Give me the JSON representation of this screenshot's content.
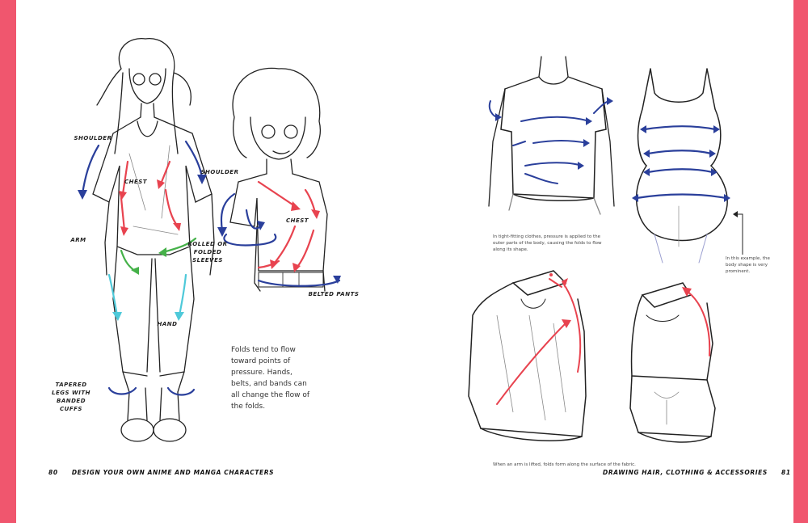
{
  "colors": {
    "edge": "#f0566e",
    "arrow_red": "#e8434f",
    "arrow_blue": "#2a3f9b",
    "arrow_green": "#45b149",
    "arrow_cyan": "#4ec9d9"
  },
  "left_page": {
    "labels": {
      "shoulder_1": "Shoulder",
      "chest_1": "Chest",
      "arm": "Arm",
      "rolled_sleeves": "Rolled or folded sleeves",
      "hand": "Hand",
      "tapered_legs": "Tapered legs with banded cuffs",
      "shoulder_2": "Shoulder",
      "chest_2": "Chest",
      "belted_pants": "Belted pants"
    },
    "body_text": "Folds tend to flow toward points of pressure. Hands, belts, and bands can all change the flow of the folds.",
    "footer": {
      "page_number": "80",
      "book_title": "Design Your Own Anime and Manga Characters"
    }
  },
  "right_page": {
    "captions": {
      "tight_fitting": "In tight-fitting clothes, pressure is applied to the outer parts of the body, causing the folds to flow along its shape.",
      "body_shape": "In this example, the body shape is very prominent.",
      "arm_lifted": "When an arm is lifted, folds form along the surface of the fabric."
    },
    "footer": {
      "chapter_title": "Drawing Hair, Clothing & Accessories",
      "page_number": "81"
    }
  }
}
